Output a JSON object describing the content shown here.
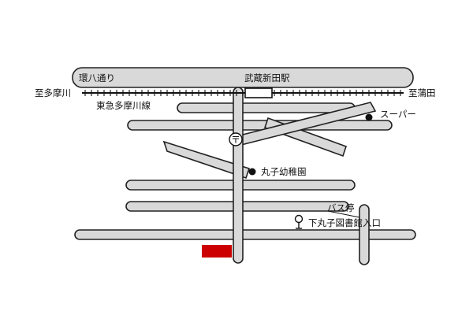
{
  "map": {
    "road_ring8": "環八通り",
    "station": "武蔵新田駅",
    "dir_left": "至多摩川",
    "dir_right": "至蒲田",
    "railway": "東急多摩川線",
    "supermarket": "スーパー",
    "kindergarten": "丸子幼稚園",
    "bus_stop": "バス停",
    "bus_stop_name": "下丸子図書館入口",
    "post_office_symbol": "〒",
    "colors": {
      "road_fill": "#d9d9d9",
      "road_stroke": "#222222",
      "destination": "#cc0000"
    }
  }
}
